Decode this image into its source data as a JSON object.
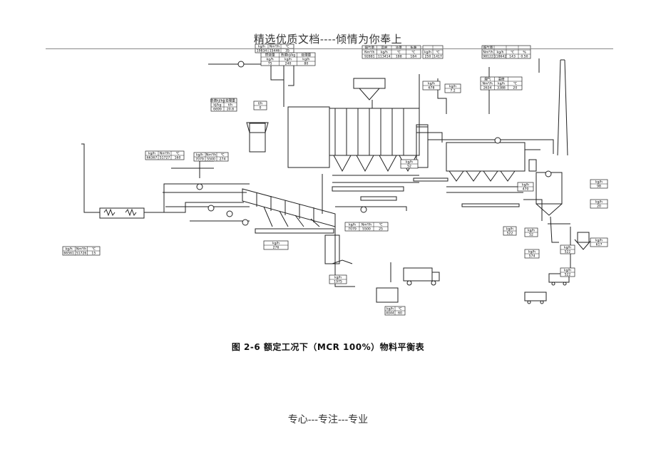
{
  "header": "精选优质文档----倾情为你奉上",
  "caption": "图 2-6   额定工况下（MCR 100%）物料平衡表",
  "footer": "专心---专注---专业",
  "tables": [
    {
      "id": "t_top1",
      "title": "",
      "headers": [
        "kg/h",
        "Nm³/h",
        "℃"
      ],
      "values": [
        "19834",
        "15446",
        "35"
      ]
    },
    {
      "id": "t_top2",
      "title": "",
      "headers": [
        "焚烧量",
        "热值kJ/kg",
        "处理量"
      ],
      "units": [
        "kg/h",
        "kg/h",
        "kg/h"
      ],
      "values": [
        "75",
        "240",
        "80"
      ]
    },
    {
      "id": "t_top3",
      "title": "",
      "headers": [
        "烟气量",
        "温度",
        "流量",
        "负荷"
      ],
      "units": [
        "Nm³/h",
        "kg/h",
        "℃",
        "℃"
      ],
      "values": [
        "92881",
        "113414",
        "188",
        "184"
      ]
    },
    {
      "id": "t_top4",
      "title": "",
      "headers": [
        "",
        ""
      ],
      "units": [
        "kg/h",
        "℃"
      ],
      "values": [
        "250",
        "1417"
      ]
    },
    {
      "id": "t_top5",
      "title": "",
      "headers": [
        "烟气量",
        "",
        "",
        ""
      ],
      "units": [
        "Nm³/h",
        "kg/h",
        "℃",
        "%"
      ],
      "values": [
        "98122",
        "118642",
        "143",
        "0.50"
      ]
    },
    {
      "id": "t_lime",
      "title": "",
      "headers": [
        "kg/h"
      ],
      "values": [
        "678"
      ]
    },
    {
      "id": "t_ac",
      "title": "",
      "headers": [
        "kg/h"
      ],
      "values": [
        "7.2"
      ]
    },
    {
      "id": "t_flue2",
      "title": "",
      "headers": [
        "烟气",
        "温度",
        ""
      ],
      "units": [
        "Nm³/h",
        "kg/h",
        "℃"
      ],
      "values": [
        "2634",
        "3388",
        "20"
      ]
    },
    {
      "id": "t_waste",
      "title": "",
      "headers": [
        "热值kJ/kg",
        "处理量"
      ],
      "units": [
        "kJ/kg",
        "t/h"
      ],
      "values": [
        "6699",
        "20.8"
      ]
    },
    {
      "id": "t_feed",
      "title": "",
      "headers": [
        "t/h"
      ],
      "values": [
        "0"
      ]
    },
    {
      "id": "t_sec",
      "title": "",
      "headers": [
        "kg/h",
        "Nm³/h",
        "℃"
      ],
      "values": [
        "66367",
        "51727",
        "160"
      ]
    },
    {
      "id": "t_sec2",
      "title": "",
      "headers": [
        "kg/h",
        "Nm³/h",
        "℃"
      ],
      "values": [
        "7079",
        "5500",
        "274"
      ]
    },
    {
      "id": "t_pri",
      "title": "",
      "headers": [
        "kg/h",
        "Nm³/h",
        "℃"
      ],
      "values": [
        "66561",
        "51726",
        "15"
      ]
    },
    {
      "id": "t_mid",
      "title": "",
      "headers": [
        "kg/h",
        "Nm³/h",
        "℃"
      ],
      "values": [
        "7079",
        "5500",
        "25"
      ]
    },
    {
      "id": "t_grate",
      "title": "",
      "headers": [
        "kg/h"
      ],
      "values": [
        "276"
      ]
    },
    {
      "id": "t_boil",
      "title": "",
      "headers": [
        "kg/h"
      ],
      "values": [
        "52"
      ]
    },
    {
      "id": "t_slag",
      "title": "",
      "headers": [
        "kg/h"
      ],
      "values": [
        "1975"
      ]
    },
    {
      "id": "t_water",
      "title": "",
      "headers": [
        "kg/h",
        "℃"
      ],
      "values": [
        "4044",
        "60"
      ]
    },
    {
      "id": "t_fly1",
      "title": "",
      "headers": [
        "kg/h"
      ],
      "values": [
        "470"
      ]
    },
    {
      "id": "t_fly2",
      "title": "",
      "headers": [
        "kg/h"
      ],
      "values": [
        "522"
      ]
    },
    {
      "id": "t_r1",
      "title": "",
      "headers": [
        "kg/h"
      ],
      "values": [
        "98"
      ]
    },
    {
      "id": "t_r2",
      "title": "",
      "headers": [
        "kg/h"
      ],
      "values": [
        "20"
      ]
    },
    {
      "id": "t_r3",
      "title": "",
      "headers": [
        "kg/h"
      ],
      "values": [
        "617"
      ]
    },
    {
      "id": "t_c1",
      "title": "",
      "headers": [
        "kg/h"
      ],
      "values": [
        "52"
      ]
    },
    {
      "id": "t_c2",
      "title": "",
      "headers": [
        "kg/h"
      ],
      "values": [
        "522"
      ]
    },
    {
      "id": "t_c3",
      "title": "",
      "headers": [
        "kg/h"
      ],
      "values": [
        "574"
      ]
    },
    {
      "id": "t_c4",
      "title": "",
      "headers": [
        "kg/h"
      ],
      "values": [
        "522"
      ]
    }
  ]
}
